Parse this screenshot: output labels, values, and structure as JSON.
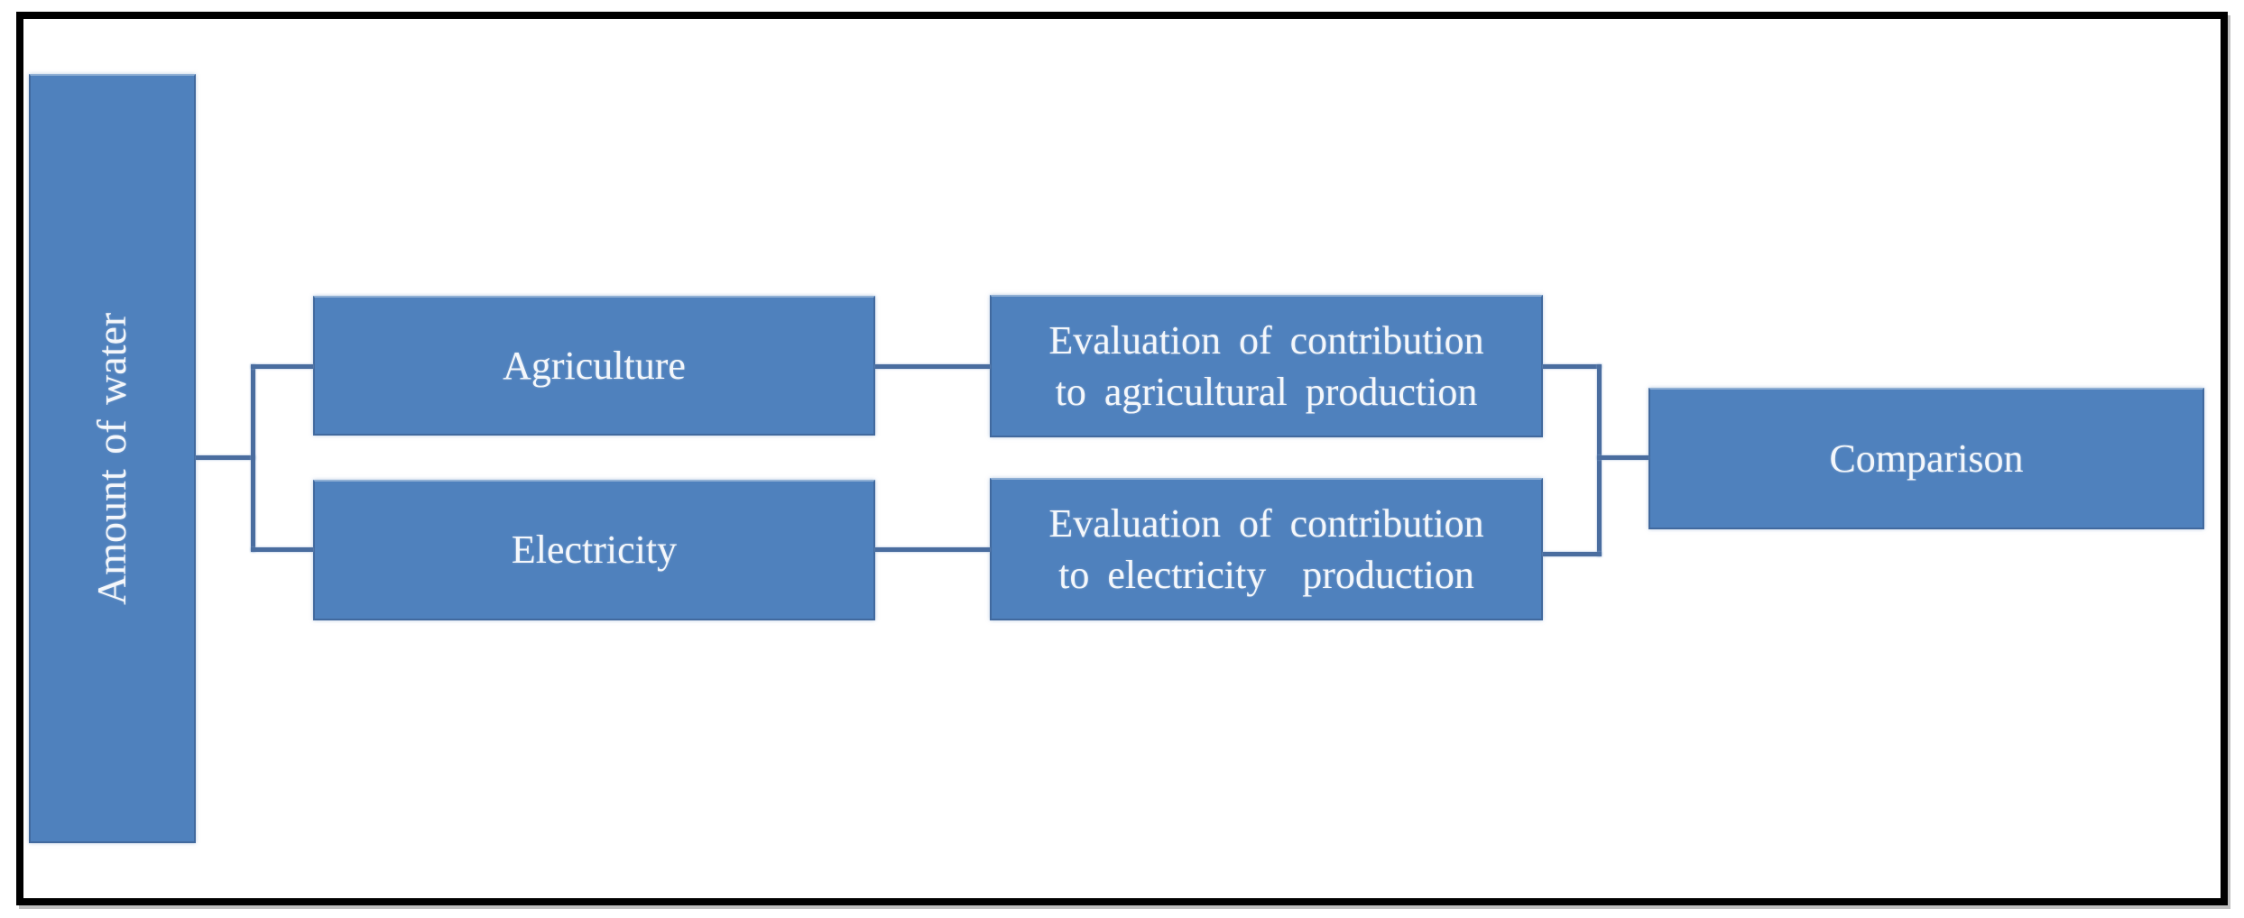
{
  "colors": {
    "background": "#ffffff",
    "frame_border": "#000000",
    "box_fill": "#4f81bd",
    "box_border": "#41699e",
    "connector": "#4a6d9f",
    "label_text": "#f4f7fb"
  },
  "diagram": {
    "source_node": {
      "label": "Amount of water"
    },
    "branch_nodes": [
      {
        "label": "Agriculture"
      },
      {
        "label": "Electricity"
      }
    ],
    "evaluation_nodes": [
      {
        "label": "Evaluation of contribution\nto agricultural production"
      },
      {
        "label": "Evaluation of contribution\nto electricity  production"
      }
    ],
    "result_node": {
      "label": "Comparison"
    }
  }
}
